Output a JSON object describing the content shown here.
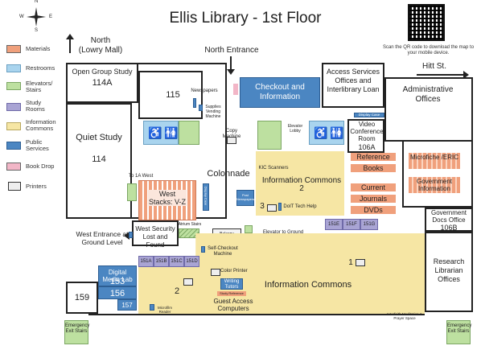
{
  "title": "Ellis Library - 1st Floor",
  "qr_note": "Scan the QR code to download the map to your mobile device.",
  "compass": {
    "n": "N",
    "s": "S",
    "e": "E",
    "w": "W"
  },
  "legend": [
    {
      "label": "Materials",
      "color": "#f0a07c"
    },
    {
      "label": "Restrooms",
      "color": "#a9d4ee"
    },
    {
      "label": "Elevators/ Stairs",
      "color": "#bde0a0"
    },
    {
      "label": "Study Rooms",
      "color": "#a9a4d4"
    },
    {
      "label": "Information Commons",
      "color": "#f6e6a4"
    },
    {
      "label": "Public Services",
      "color": "#4b86c2"
    },
    {
      "label": "Book Drop",
      "color": "#f2b6c7"
    },
    {
      "label": "Printers",
      "color": "#eeeeee"
    }
  ],
  "labels": {
    "north": "North",
    "lowry_mall": "(Lowry Mall)",
    "north_entrance": "North Entrance",
    "hitt_st": "Hitt St.",
    "open_group_study": "Open Group Study",
    "open_group_study_num": "114A",
    "room_115": "115",
    "newspapers": "Newspapers",
    "supplies": "Supplies Vending Machine",
    "checkout": "Checkout and Information",
    "access_services": "Access Services Offices and Interlibrary Loan",
    "admin": "Administrative Offices",
    "quiet_study": "Quiet Study",
    "quiet_study_num": "114",
    "copy_machine": "Copy Machine",
    "elevator_lobby": "Elevator Lobby",
    "display_case_top": "Display Case",
    "video_conf": "Video Conference Room",
    "video_conf_num": "106A",
    "to_1a_west": "To 1A West",
    "colonnade": "Colonnade",
    "display_case_side": "Display Case",
    "kic_scanners": "KIC Scanners",
    "info_commons_2": "Information Commons 2",
    "reference": "Reference",
    "books": "Books",
    "current": "Current",
    "journals": "Journals",
    "dvds": "DVDs",
    "microfiche": "Microfiche /ERIC",
    "gov_info": "Government Information",
    "west_stacks": "West Stacks: V-Z",
    "post_newspapers": "Post Newspapers",
    "doit_tech_help": "DoIT Tech Help",
    "num_3": "3",
    "atrium_stairs": "Atrium Stairs",
    "gov_docs": "Government Docs Office",
    "gov_docs_num": "106B",
    "room_151e": "151E",
    "room_151f": "151F",
    "room_151g": "151G",
    "west_entrance": "West Entrance at Ground Level",
    "west_security": "West Security Lost and Found",
    "balcony": "Balcony",
    "elevator_ground": "Elevator to Ground Level",
    "self_checkout": "Self-Checkout Machine",
    "room_151a": "151A",
    "room_151b": "151B",
    "room_151c": "151C",
    "room_151d": "151D",
    "num_1": "1",
    "research_librarian": "Research Librarian Offices",
    "digital_media": "Digital Media Lab",
    "digital_media_num": "153",
    "room_156": "156",
    "room_157": "157",
    "room_159": "159",
    "color_printer": "Color Printer",
    "writing_tutors": "Writing Tutors",
    "study_reference": "Study Reference",
    "num_2": "2",
    "info_commons": "Information Commons",
    "guest_access": "Guest Access Computers",
    "microfilm_reader": "Microfilm Reader",
    "meditation": "Interfaith Meditation & Prayer Space",
    "emergency_left": "Emergency Exit Stairs",
    "emergency_right": "Emergency Exit Stairs"
  }
}
